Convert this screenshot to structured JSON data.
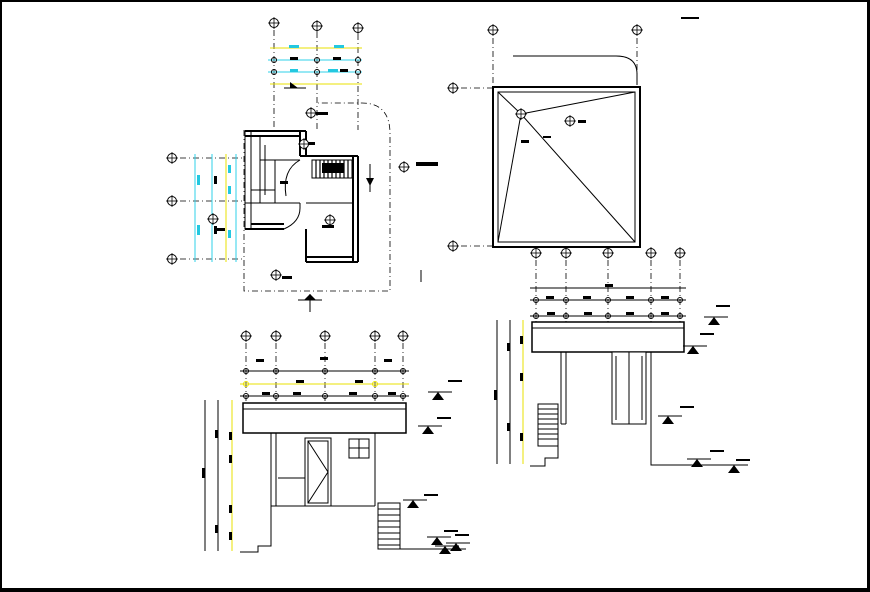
{
  "drawing": {
    "background": "#ffffff",
    "frame_color": "#000000",
    "accent_colors": {
      "dimension_cyan": "#2fd0e8",
      "dimension_yellow": "#e8e000"
    },
    "views": [
      {
        "name": "floor-plan",
        "labels": []
      },
      {
        "name": "roof-plan",
        "labels": []
      },
      {
        "name": "front-elevation",
        "labels": []
      },
      {
        "name": "side-elevation",
        "labels": []
      }
    ],
    "grid_bubble_icon": "circle-with-crosshair",
    "level_marker_icon": "elevation-triangle"
  }
}
